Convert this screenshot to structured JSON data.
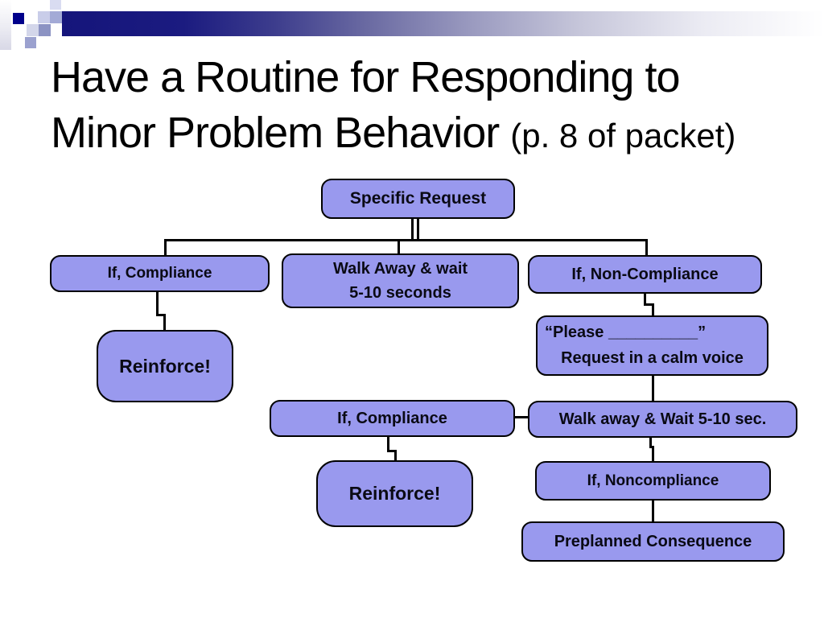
{
  "slide": {
    "title_line1": "Have a Routine for Responding to",
    "title_line2": "Minor Problem Behavior",
    "title_note": "(p. 8 of packet)"
  },
  "colors": {
    "node_fill": "#9999ee",
    "node_border": "#000000",
    "banner_navy": "#15157b",
    "decor_navy": "#00008b",
    "background": "#ffffff"
  },
  "flowchart": {
    "specific_request": "Specific Request",
    "if_compliance_left": "If, Compliance",
    "walk_away_line1": "Walk Away & wait",
    "walk_away_line2": "5-10 seconds",
    "if_non_compliance": "If, Non-Compliance",
    "reinforce_left": "Reinforce!",
    "please_line1": "“Please __________”",
    "please_line2": "Request in a calm voice",
    "if_compliance_mid": "If, Compliance",
    "walk_away_2": "Walk away & Wait 5-10 sec.",
    "reinforce_mid": "Reinforce!",
    "if_noncompliance": "If, Noncompliance",
    "preplanned_consequence": "Preplanned Consequence"
  }
}
